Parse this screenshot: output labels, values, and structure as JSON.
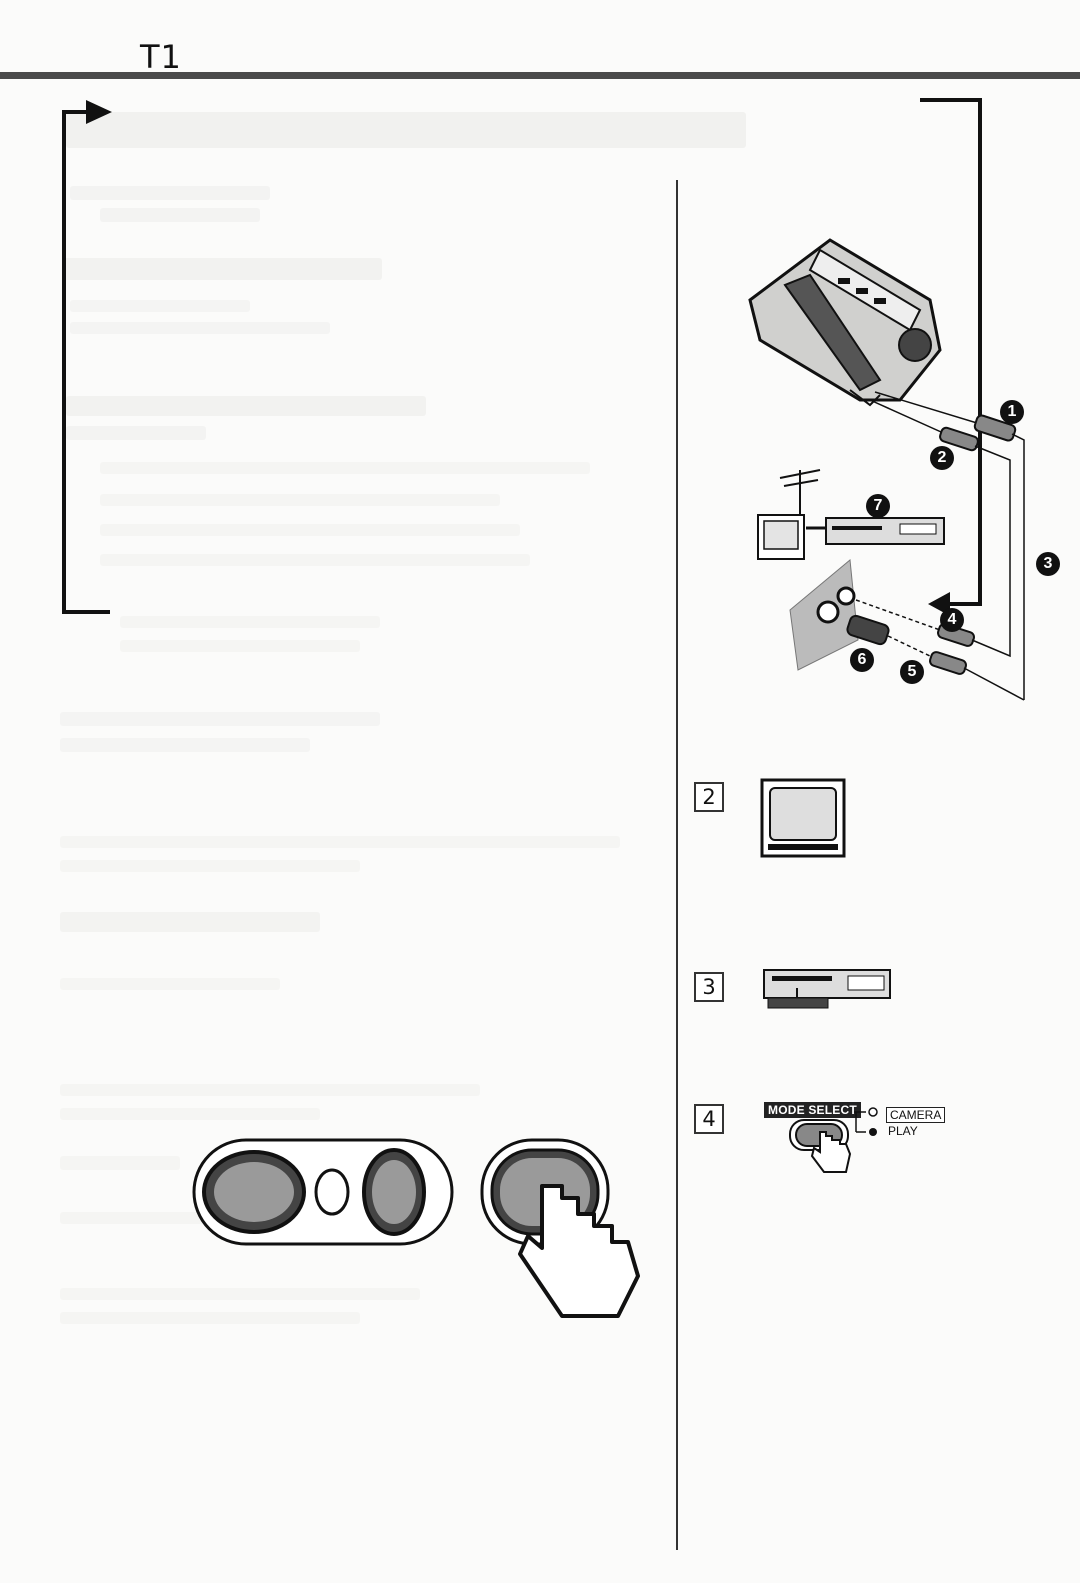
{
  "header": {
    "page_code": "T1"
  },
  "steps": [
    {
      "number": "2",
      "icon": "tv-icon"
    },
    {
      "number": "3",
      "icon": "vcr-icon"
    },
    {
      "number": "4",
      "icon": "mode-select-icon"
    }
  ],
  "mode_select": {
    "button_label": "MODE SELECT",
    "camera_label": "CAMERA",
    "play_label": "PLAY"
  },
  "callouts": [
    "1",
    "2",
    "3",
    "4",
    "5",
    "6",
    "7"
  ]
}
